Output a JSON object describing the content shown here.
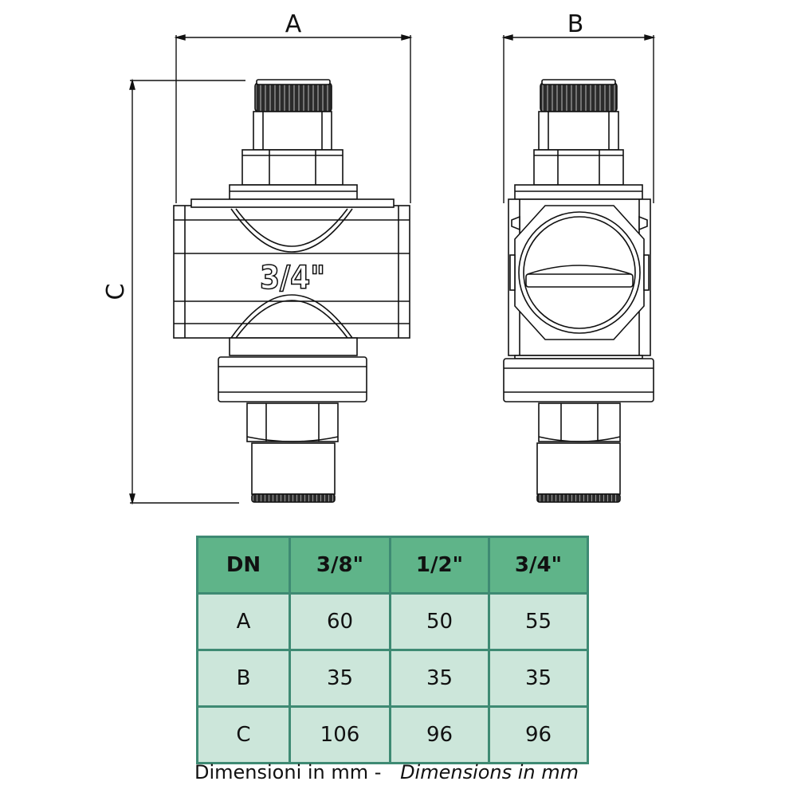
{
  "diagram": {
    "dimension_labels": {
      "a": "A",
      "b": "B",
      "c": "C"
    },
    "thread_size_marking": "3/4\""
  },
  "table": {
    "header": [
      "DN",
      "3/8\"",
      "1/2\"",
      "3/4\""
    ],
    "rows": [
      {
        "label": "A",
        "values": [
          "60",
          "50",
          "55"
        ]
      },
      {
        "label": "B",
        "values": [
          "35",
          "35",
          "35"
        ]
      },
      {
        "label": "C",
        "values": [
          "106",
          "96",
          "96"
        ]
      }
    ]
  },
  "caption": {
    "italian": "Dimensioni in mm -",
    "english": "Dimensions in mm"
  },
  "colors": {
    "header_fill": "#5fb489",
    "cell_fill": "#cce6da",
    "border": "#3e8a73",
    "line": "#111111"
  }
}
